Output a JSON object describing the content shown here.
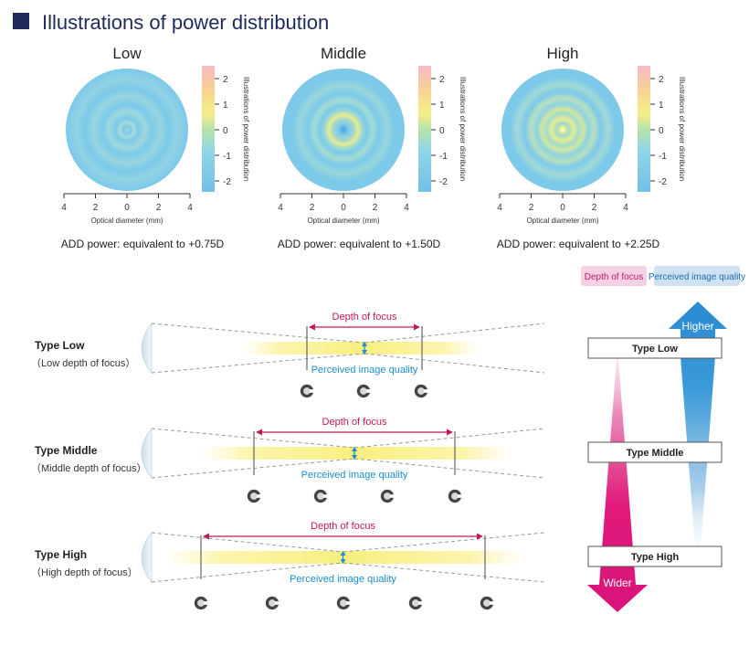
{
  "header": {
    "title": "Illustrations of power distribution"
  },
  "maps": [
    {
      "title": "Low",
      "add": "ADD power: equivalent to +0.75D"
    },
    {
      "title": "Middle",
      "add": "ADD power: equivalent to +1.50D"
    },
    {
      "title": "High",
      "add": "ADD power: equivalent to +2.25D"
    }
  ],
  "colorbar": {
    "label": "Illustrations of power distribution",
    "ticks": [
      "2",
      "1",
      "0",
      "-1",
      "-2"
    ]
  },
  "axis": {
    "label": "Optical diameter (mm)",
    "ticks": [
      "4",
      "2",
      "0",
      "2",
      "4"
    ]
  },
  "lenses": [
    {
      "name": "Type Low",
      "sub": "（Low depth of focus）",
      "depth": "Depth of focus",
      "quality": "Perceived image quality",
      "targets": 3
    },
    {
      "name": "Type Middle",
      "sub": "（Middle depth of focus）",
      "depth": "Depth of focus",
      "quality": "Perceived image quality",
      "targets": 4
    },
    {
      "name": "Type High",
      "sub": "（High depth of focus）",
      "depth": "Depth of focus",
      "quality": "Perceived image quality",
      "targets": 5
    }
  ],
  "legend": {
    "depth_tag": "Depth of focus",
    "quality_tag": "Perceived image quality",
    "higher": "Higher",
    "wider": "Wider",
    "boxes": [
      "Type Low",
      "Type Middle",
      "Type High"
    ]
  },
  "colors": {
    "navy": "#1f2a5c",
    "magenta": "#e0197a",
    "blue": "#2e8fd0",
    "text_blue": "#1b8fd0"
  }
}
